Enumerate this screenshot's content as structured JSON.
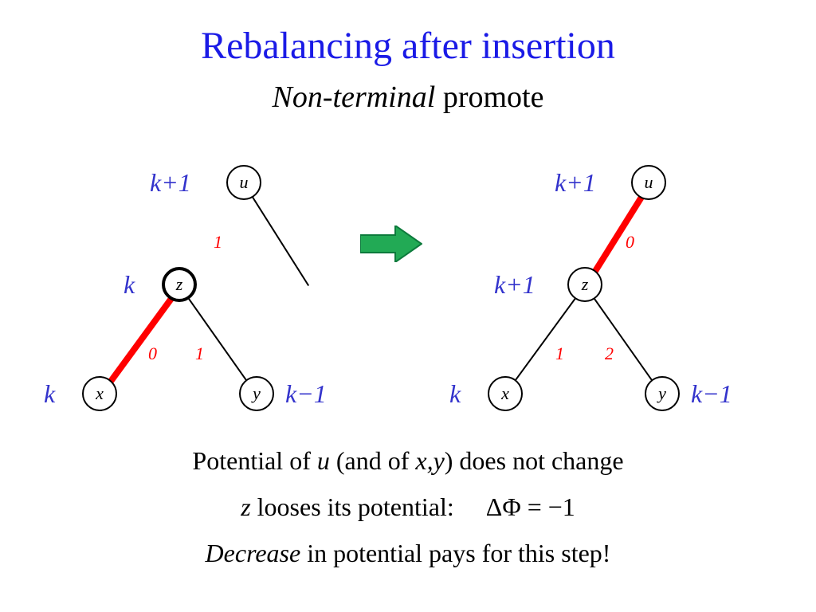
{
  "slide": {
    "title": "Rebalancing after insertion",
    "subtitle_italic": "Non-terminal",
    "subtitle_rest": " promote",
    "accent_blue": "#1a1ae6",
    "rank_blue": "#3333cc",
    "diff_red": "#ff0000",
    "arrow_green": "#22aa55"
  },
  "left_tree": {
    "nodes": [
      {
        "id": "u",
        "label": "u",
        "rank": "k+1",
        "rank_side": "left"
      },
      {
        "id": "z",
        "label": "z",
        "rank": "k",
        "rank_side": "left"
      },
      {
        "id": "x",
        "label": "x",
        "rank": "k",
        "rank_side": "left"
      },
      {
        "id": "y",
        "label": "y",
        "rank": "k−1",
        "rank_side": "right"
      }
    ],
    "edge_labels": [
      "1",
      "0",
      "1"
    ],
    "red_edge": "z-x"
  },
  "right_tree": {
    "nodes": [
      {
        "id": "u",
        "label": "u",
        "rank": "k+1",
        "rank_side": "left"
      },
      {
        "id": "z",
        "label": "z",
        "rank": "k+1",
        "rank_side": "left"
      },
      {
        "id": "x",
        "label": "x",
        "rank": "k",
        "rank_side": "left"
      },
      {
        "id": "y",
        "label": "y",
        "rank": "k−1",
        "rank_side": "right"
      }
    ],
    "edge_labels": [
      "0",
      "1",
      "2"
    ],
    "red_edge": "u-z"
  },
  "arrow": {
    "name": "right-arrow"
  },
  "caption": {
    "line1_a": "Potential of ",
    "line1_b": "u",
    "line1_c": " (and of ",
    "line1_d": "x,y",
    "line1_e": ") does not change",
    "line2_a": "z",
    "line2_b": " looses its potential:",
    "line2_c": "ΔΦ  =  −1",
    "line3_a": "Decrease",
    "line3_b": " in potential pays for this step!"
  }
}
